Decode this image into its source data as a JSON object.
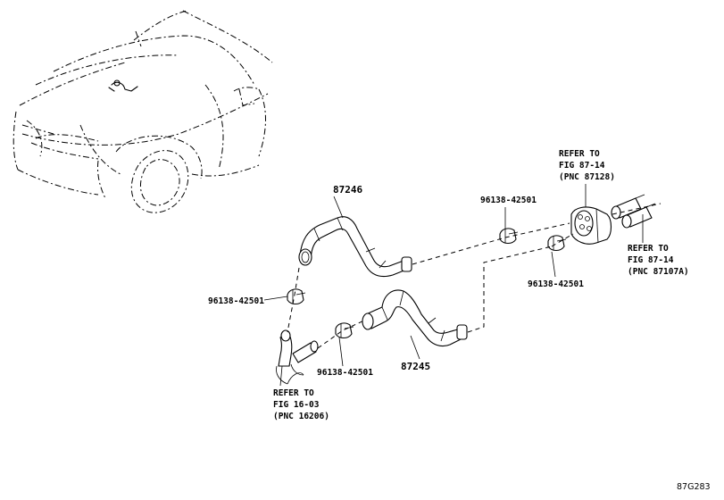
{
  "figure_id": "87G283",
  "callouts": {
    "hose_upper": "87246",
    "hose_lower": "87245",
    "clamp_upper_mid": "96138-42501",
    "clamp_right": "96138-42501",
    "clamp_left": "96138-42501",
    "clamp_lower": "96138-42501"
  },
  "references": {
    "valve": [
      "REFER TO",
      "FIG 87-14",
      "(PNC 87128)"
    ],
    "heater": [
      "REFER TO",
      "FIG 87-14",
      "(PNC 87107A)"
    ],
    "engine": [
      "REFER TO",
      "FIG 16-03",
      "(PNC 16206)"
    ]
  }
}
